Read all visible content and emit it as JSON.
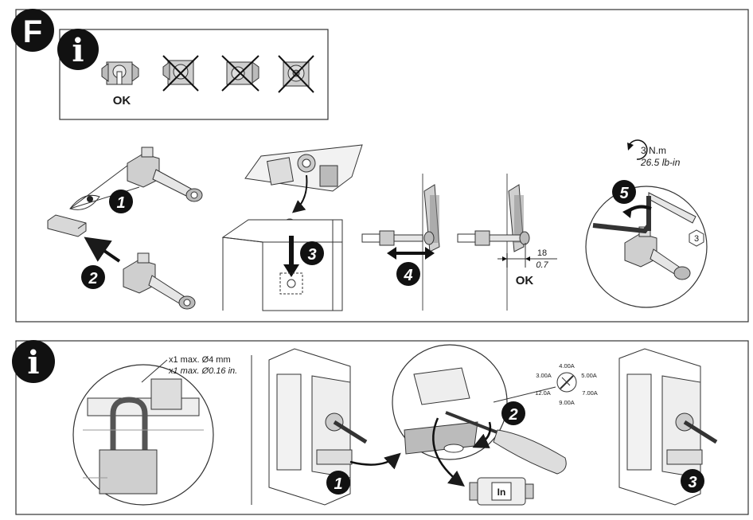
{
  "section_letter": "F",
  "info_glyph": "i",
  "top": {
    "info_box": {
      "ok_label": "OK"
    },
    "steps": [
      "1",
      "2",
      "3",
      "4",
      "5"
    ],
    "ok_label_4": "OK",
    "dimension": {
      "mm": "18",
      "inch": "0.7"
    },
    "torque": {
      "nm": "3 N.m",
      "lbin": "26.5 lb-in"
    },
    "hex_size": "3"
  },
  "bottom": {
    "padlock_note_1": "x1 max. Ø4 mm",
    "padlock_note_2": "x1 max. Ø0.16 in.",
    "steps": [
      "1",
      "2",
      "3"
    ],
    "dial_values": [
      "4.00A",
      "5.00A",
      "3.00A",
      "7.00A",
      "12.0A",
      "9.00A"
    ],
    "motor_label": "In"
  }
}
